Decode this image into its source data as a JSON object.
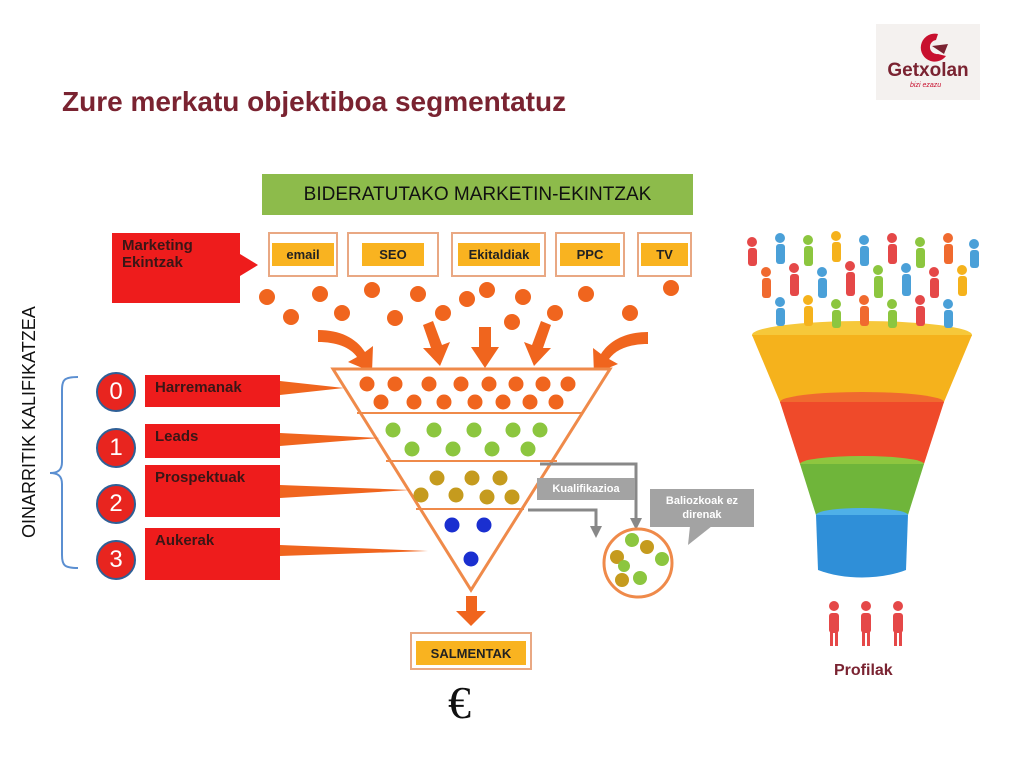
{
  "title": "Zure merkatu objektiboa segmentatuz",
  "logo": {
    "name": "Getxolan",
    "tagline": "bizi ezazu"
  },
  "header_bar": "BIDERATUTAKO MARKETIN-EKINTZAK",
  "marketing_box": "Marketing Ekintzak",
  "channels": [
    "email",
    "SEO",
    "Ekitaldiak",
    "PPC",
    "TV"
  ],
  "vertical_label": "OINARRITIK KALIFIKATZEA",
  "stages": [
    {
      "num": "0",
      "label": "Harremanak"
    },
    {
      "num": "1",
      "label": "Leads"
    },
    {
      "num": "2",
      "label": "Prospektuak"
    },
    {
      "num": "3",
      "label": "Aukerak"
    }
  ],
  "kualifikazioa": "Kualifikazioa",
  "not_valid": "Baliozkoak ez direnak",
  "sales": "SALMENTAK",
  "euro": "€",
  "profiles": "Profilak",
  "colors": {
    "title": "#7a2331",
    "red": "#ee1c1c",
    "orange": "#f0651e",
    "green": "#8cc63f",
    "olive": "#c59b1e",
    "blue": "#1a2fd0",
    "channel": "#f9b320",
    "header_green": "#8dbb4b"
  }
}
